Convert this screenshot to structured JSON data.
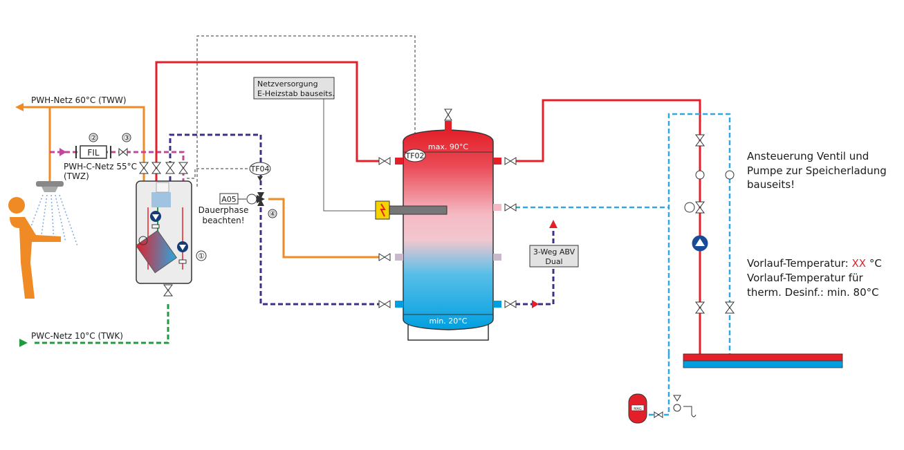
{
  "labels": {
    "pwh": "PWH-Netz 60°C (TWW)",
    "pwhc_line1": "PWH-C-Netz 55°C",
    "pwhc_line2": "(TWZ)",
    "pwc": "PWC-Netz 10°C (TWK)",
    "fil": "FIL",
    "num1": "①",
    "num2": "②",
    "num3": "③",
    "num4": "④",
    "a05": "A05",
    "tf04": "TF04",
    "tf02": "TF02",
    "dauer_line1": "Dauerphase",
    "dauer_line2": "beachten!",
    "netz_line1": "Netzversorgung",
    "netz_line2": "E-Heizstab bauseits.",
    "max_temp": "max. 90°C",
    "min_temp": "min. 20°C",
    "abv_line1": "3-Weg ABV",
    "abv_line2": "Dual",
    "mag": "MAG",
    "ansteuerung_line1": "Ansteuerung Ventil und",
    "ansteuerung_line2": "Pumpe zur Speicherladung",
    "ansteuerung_line3": "bauseits!",
    "vorlauf_prefix": "Vorlauf-Temperatur: ",
    "vorlauf_xx": "XX",
    "vorlauf_suffix": " °C",
    "desinf_line1": "Vorlauf-Temperatur für",
    "desinf_line2": "therm. Desinf.: min. 80°C"
  },
  "colors": {
    "hot": "#e3202a",
    "orange": "#f08a24",
    "cold_green": "#1f9a3c",
    "violet": "#3b2f86",
    "pink": "#c0479a",
    "blue_dash": "#2fa7df",
    "tank_red": "#e3202a",
    "tank_blue": "#009fe0"
  }
}
